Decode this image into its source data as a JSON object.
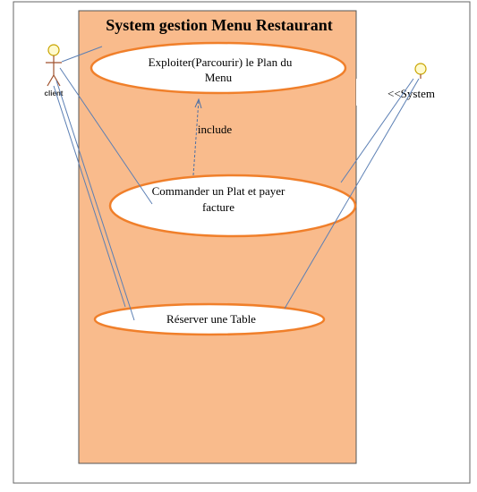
{
  "system": {
    "title": "System gestion Menu Restaurant",
    "boundary_fill": "#f9bb8c",
    "boundary_stroke": "#555555"
  },
  "actors": {
    "client": {
      "label": "client"
    },
    "system": {
      "label": "<<System"
    }
  },
  "use_cases": {
    "explore": {
      "line1": "Exploiter(Parcourir) le Plan du",
      "line2": "Menu"
    },
    "order": {
      "line1": "Commander un Plat et payer",
      "line2": "facture"
    },
    "reserve": {
      "label": "Réserver une Table"
    }
  },
  "relations": {
    "include_label": "include"
  },
  "colors": {
    "ellipse_fill": "#ffffff",
    "ellipse_stroke": "#f07f2a",
    "association_line": "#5b7fb4",
    "actor_head_fill": "#fffacd",
    "actor_head_stroke": "#c8a400",
    "actor_body": "#a0522d"
  }
}
